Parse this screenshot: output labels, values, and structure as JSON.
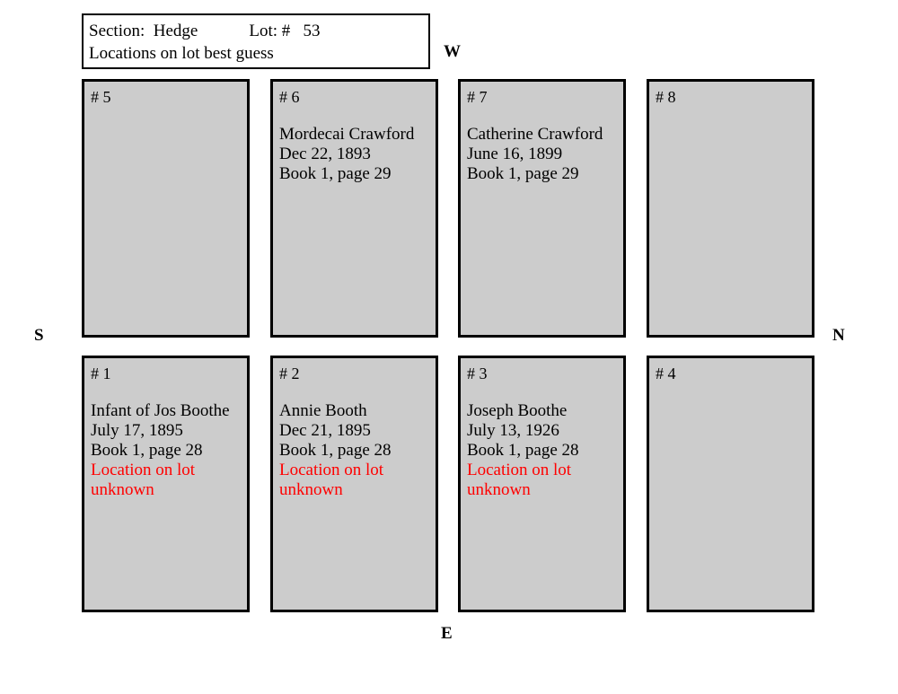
{
  "header": {
    "line_1": "Section:  Hedge            Lot: #   53",
    "line_2": "Locations on lot best guess"
  },
  "compass": {
    "west": "W",
    "south": "S",
    "north": "N",
    "east": "E"
  },
  "plots": [
    {
      "number_label": "# 5",
      "name": "",
      "date": "",
      "reference": "",
      "note": ""
    },
    {
      "number_label": "# 6",
      "name": "Mordecai Crawford",
      "date": "Dec 22, 1893",
      "reference": "Book 1, page 29",
      "note": ""
    },
    {
      "number_label": "# 7",
      "name": "Catherine Crawford",
      "date": "June 16, 1899",
      "reference": "Book 1, page 29",
      "note": ""
    },
    {
      "number_label": "# 8",
      "name": "",
      "date": "",
      "reference": "",
      "note": ""
    },
    {
      "number_label": "# 1",
      "name": "Infant of Jos Boothe",
      "date": "July 17, 1895",
      "reference": "Book 1, page 28",
      "note": "Location on lot unknown"
    },
    {
      "number_label": "# 2",
      "name": "Annie Booth",
      "date": "Dec 21, 1895",
      "reference": "Book 1, page 28",
      "note": "Location on lot unknown"
    },
    {
      "number_label": "# 3",
      "name": "Joseph Boothe",
      "date": "July 13, 1926",
      "reference": "Book 1, page 28",
      "note": "Location on lot unknown"
    },
    {
      "number_label": "# 4",
      "name": "",
      "date": "",
      "reference": "",
      "note": ""
    }
  ],
  "colors": {
    "plot_fill": "#cccccc",
    "plot_border": "#000000",
    "note_text": "#ff0000",
    "body_text": "#000000",
    "background": "#ffffff"
  }
}
